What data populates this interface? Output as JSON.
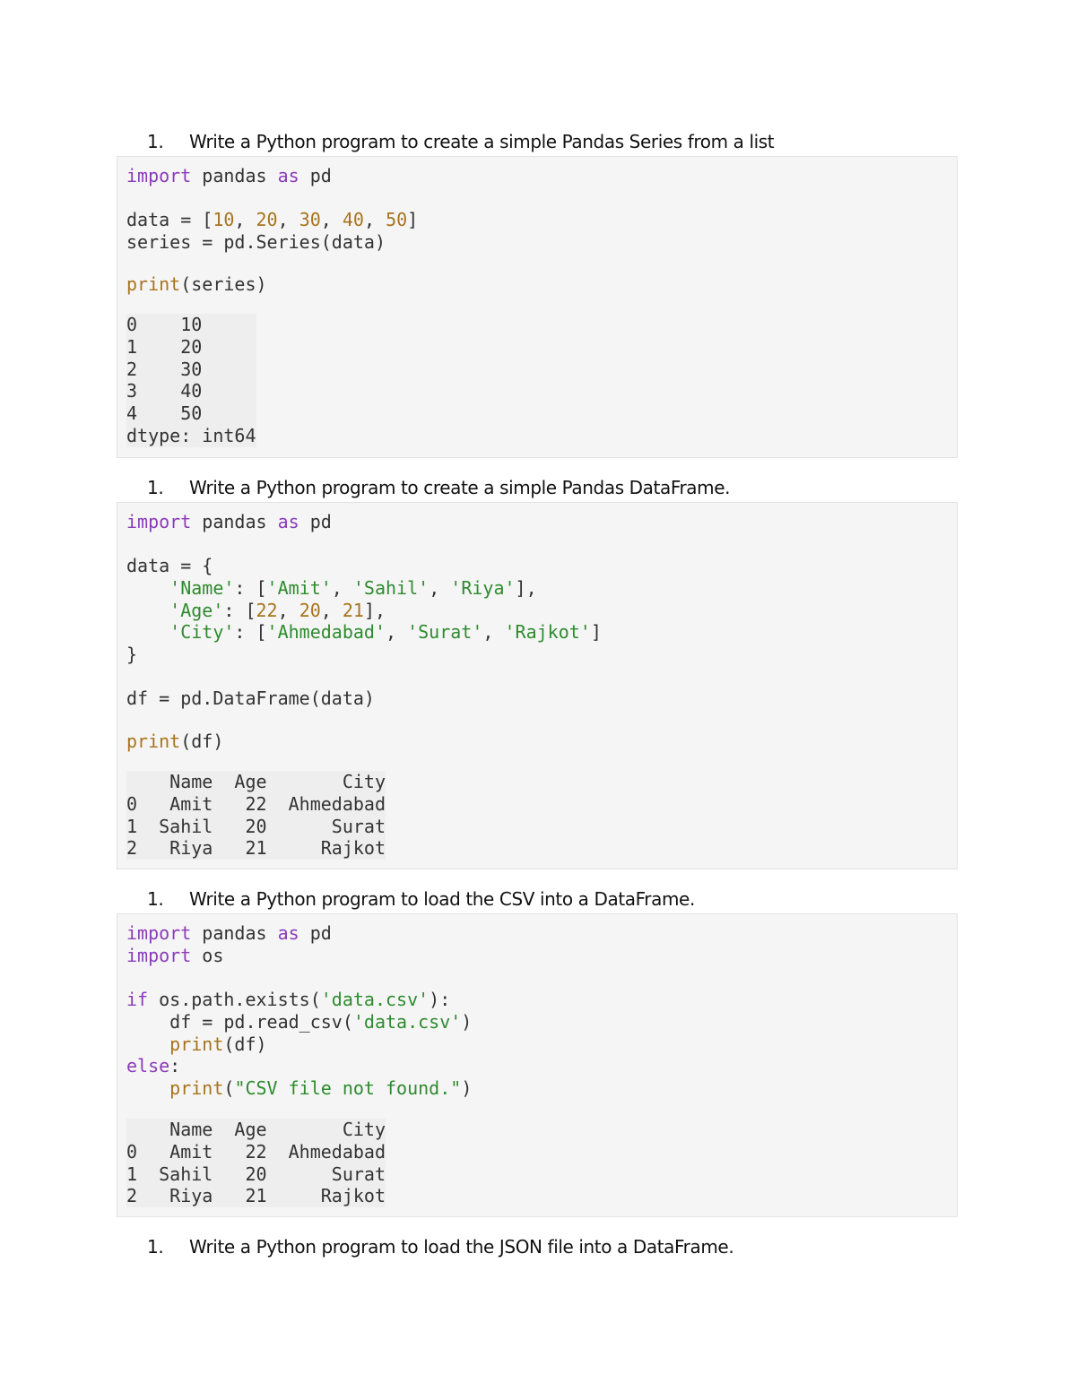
{
  "sections": [
    {
      "number": "1.",
      "title": "Write a Python program to create a simple Pandas Series from a list",
      "output": "0    10\n1    20\n2    30\n3    40\n4    50\ndtype: int64"
    },
    {
      "number": "1.",
      "title": "Write a Python program to create a simple Pandas DataFrame.",
      "output": "    Name  Age       City\n0   Amit   22  Ahmedabad\n1  Sahil   20      Surat\n2   Riya   21     Rajkot"
    },
    {
      "number": "1.",
      "title": "Write a Python program to load the CSV into a DataFrame.",
      "output": "    Name  Age       City\n0   Amit   22  Ahmedabad\n1  Sahil   20      Surat\n2   Riya   21     Rajkot"
    },
    {
      "number": "1.",
      "title": "Write a Python program to load the JSON file into a DataFrame."
    }
  ],
  "tokens": {
    "import": "import",
    "pandas": " pandas ",
    "as": "as",
    "pd": " pd",
    "os": " os",
    "data_eq": "data = [",
    "n10": "10",
    "n20": "20",
    "n30": "30",
    "n40": "40",
    "n50": "50",
    "comma": ", ",
    "close_br": "]",
    "series_line": "series = pd.Series(data)",
    "print": "print",
    "series_arg": "(series)",
    "df_arg": "(df)",
    "data_open": "data = {",
    "indent": "    ",
    "s_name": "'Name'",
    "s_amit": "'Amit'",
    "s_sahil": "'Sahil'",
    "s_riya": "'Riya'",
    "s_age": "'Age'",
    "n22": "22",
    "n21": "21",
    "s_city": "'City'",
    "s_ahmedabad": "'Ahmedabad'",
    "s_surat": "'Surat'",
    "s_rajkot": "'Rajkot'",
    "colon_open": ": [",
    "list_end_comma": "],",
    "list_end": "]",
    "close_brace": "}",
    "df_line": "df = pd.DataFrame(data)",
    "if": "if",
    "exists_open": " os.path.exists(",
    "s_csv": "'data.csv'",
    "paren_colon": "):",
    "read_csv_open": "    df = pd.read_csv(",
    "paren_close": ")",
    "else": "else",
    "colon": ":",
    "print_open": "(",
    "s_notfound": "\"CSV file not found.\""
  }
}
